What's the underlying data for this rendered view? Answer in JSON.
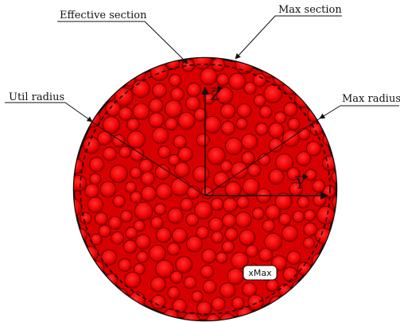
{
  "labels": {
    "effective_section": "Effective section",
    "max_section": "Max section",
    "util_radius": "Util radius",
    "max_radius": "Max radius",
    "axis_z": "Z",
    "axis_y": "Y",
    "badge": "xMax"
  },
  "colors": {
    "disk": "#e00000",
    "disk_rim": "#111111",
    "bead_fill": "#ff1a1a",
    "bead_edge": "#7a0000",
    "line": "#111111"
  }
}
